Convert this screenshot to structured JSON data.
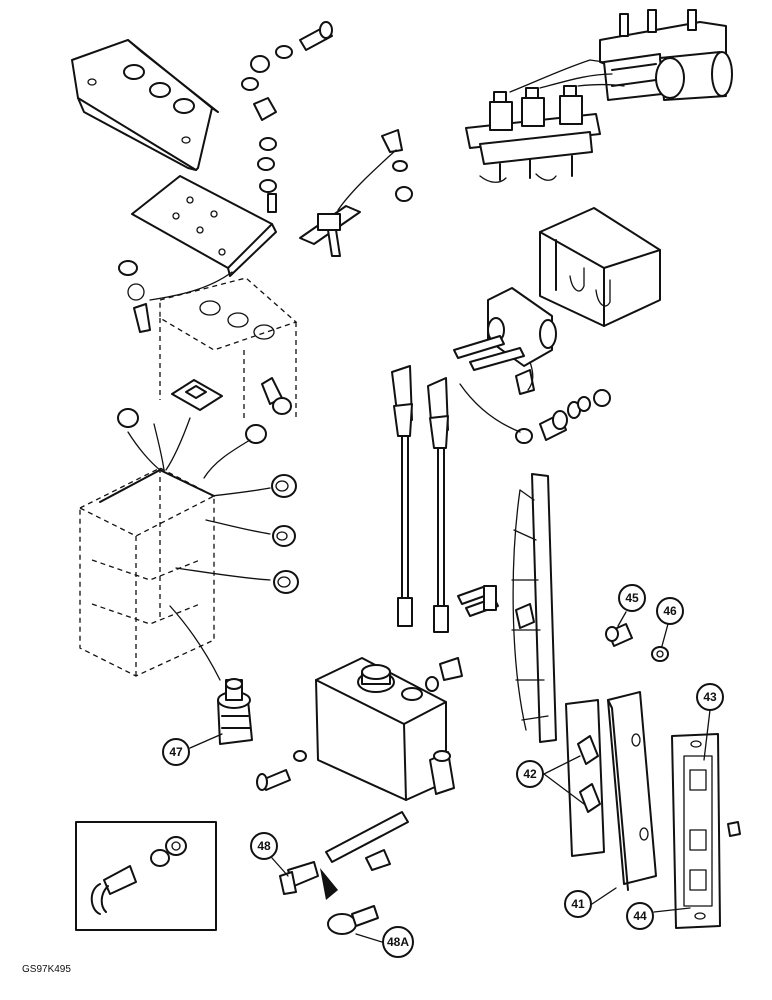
{
  "callouts": {
    "c41": "41",
    "c42": "42",
    "c43": "43",
    "c44": "44",
    "c45": "45",
    "c46": "46",
    "c47": "47",
    "c48": "48",
    "c48a": "48A"
  },
  "drawing_code": "GS97K495"
}
